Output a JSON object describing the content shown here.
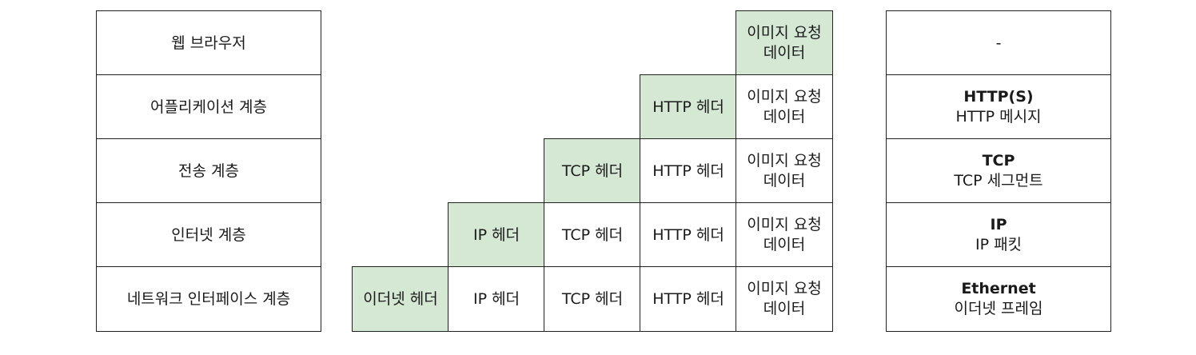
{
  "layers": [
    {
      "label": "웹 브라우저"
    },
    {
      "label": "어플리케이션 계층"
    },
    {
      "label": "전송 계층"
    },
    {
      "label": "인터넷 계층"
    },
    {
      "label": "네트워크 인터페이스 계층"
    }
  ],
  "packet": {
    "cols": [
      {
        "label": "이더넷 헤더"
      },
      {
        "label": "IP 헤더"
      },
      {
        "label": "TCP 헤더"
      },
      {
        "label": "HTTP 헤더"
      },
      {
        "label_line1": "이미지 요청",
        "label_line2": "데이터"
      }
    ],
    "highlight_color": "#d5e8d4"
  },
  "units": [
    {
      "title": "-",
      "subtitle": ""
    },
    {
      "title": "HTTP(S)",
      "subtitle": "HTTP 메시지"
    },
    {
      "title": "TCP",
      "subtitle": "TCP 세그먼트"
    },
    {
      "title": "IP",
      "subtitle": "IP 패킷"
    },
    {
      "title": "Ethernet",
      "subtitle": "이더넷 프레임"
    }
  ]
}
